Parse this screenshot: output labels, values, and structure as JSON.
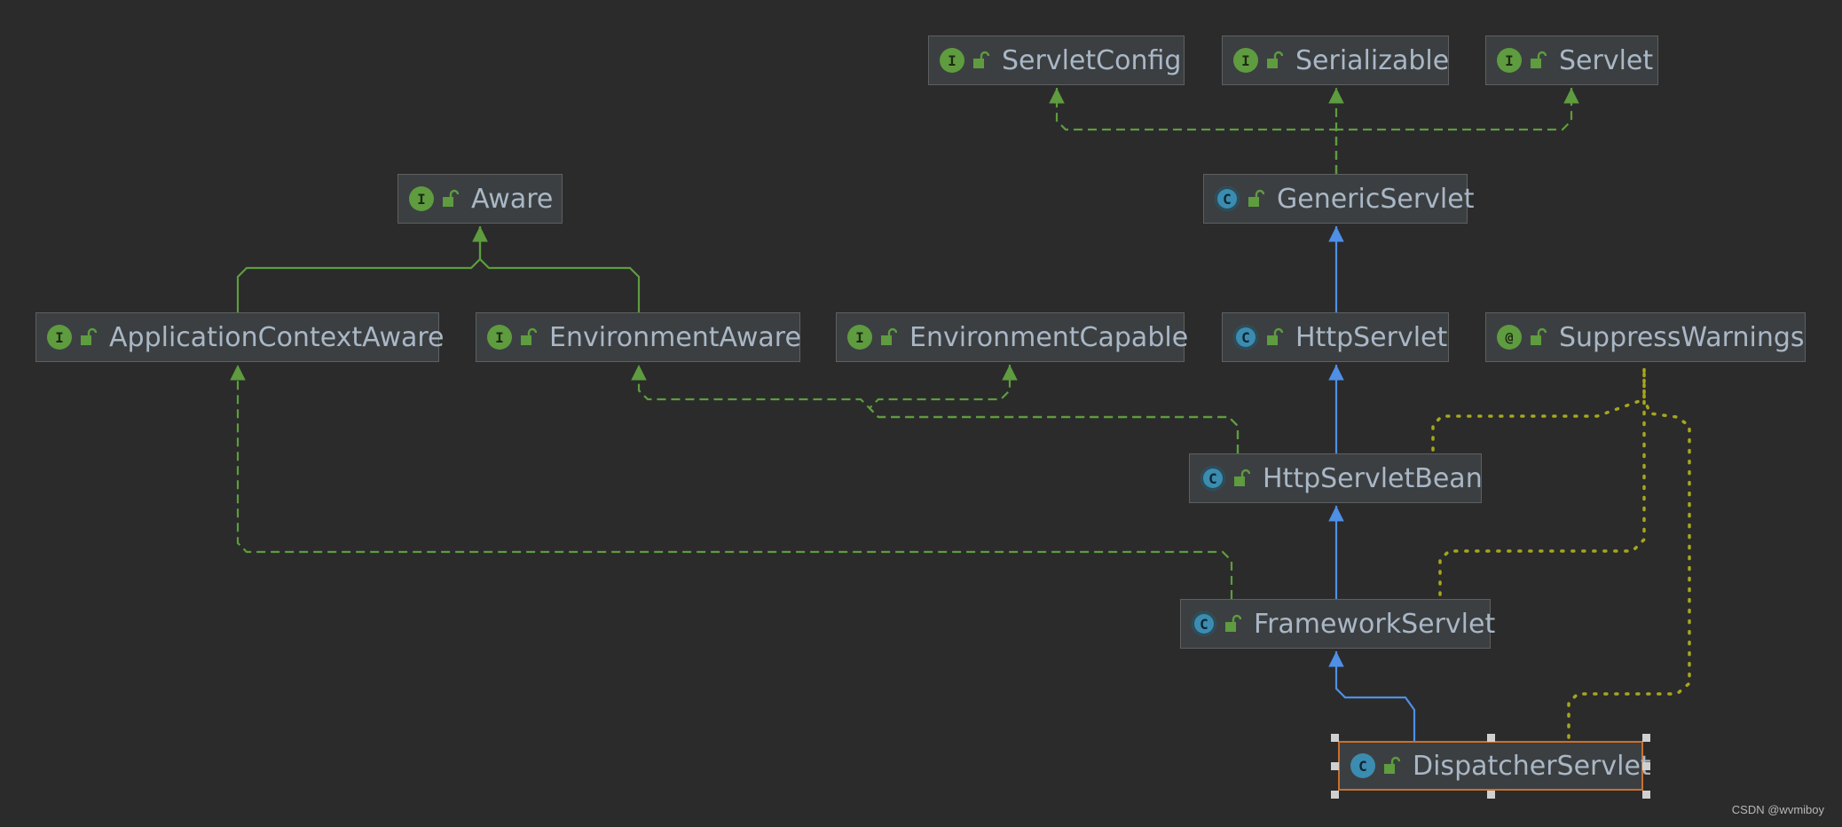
{
  "nodes": [
    {
      "id": "ServletConfig",
      "label": "ServletConfig",
      "kind": "interface"
    },
    {
      "id": "Serializable",
      "label": "Serializable",
      "kind": "interface"
    },
    {
      "id": "Servlet",
      "label": "Servlet",
      "kind": "interface"
    },
    {
      "id": "Aware",
      "label": "Aware",
      "kind": "interface"
    },
    {
      "id": "GenericServlet",
      "label": "GenericServlet",
      "kind": "abstract-class"
    },
    {
      "id": "ApplicationContextAware",
      "label": "ApplicationContextAware",
      "kind": "interface"
    },
    {
      "id": "EnvironmentAware",
      "label": "EnvironmentAware",
      "kind": "interface"
    },
    {
      "id": "EnvironmentCapable",
      "label": "EnvironmentCapable",
      "kind": "interface"
    },
    {
      "id": "HttpServlet",
      "label": "HttpServlet",
      "kind": "abstract-class"
    },
    {
      "id": "SuppressWarnings",
      "label": "SuppressWarnings",
      "kind": "annotation"
    },
    {
      "id": "HttpServletBean",
      "label": "HttpServletBean",
      "kind": "abstract-class"
    },
    {
      "id": "FrameworkServlet",
      "label": "FrameworkServlet",
      "kind": "abstract-class"
    },
    {
      "id": "DispatcherServlet",
      "label": "DispatcherServlet",
      "kind": "class",
      "selected": true
    }
  ],
  "edges": [
    {
      "from": "GenericServlet",
      "to": "ServletConfig",
      "type": "implements"
    },
    {
      "from": "GenericServlet",
      "to": "Serializable",
      "type": "implements"
    },
    {
      "from": "GenericServlet",
      "to": "Servlet",
      "type": "implements"
    },
    {
      "from": "ApplicationContextAware",
      "to": "Aware",
      "type": "extends-interface"
    },
    {
      "from": "EnvironmentAware",
      "to": "Aware",
      "type": "extends-interface"
    },
    {
      "from": "HttpServlet",
      "to": "GenericServlet",
      "type": "extends"
    },
    {
      "from": "HttpServletBean",
      "to": "HttpServlet",
      "type": "extends"
    },
    {
      "from": "HttpServletBean",
      "to": "EnvironmentAware",
      "type": "implements"
    },
    {
      "from": "HttpServletBean",
      "to": "EnvironmentCapable",
      "type": "implements"
    },
    {
      "from": "FrameworkServlet",
      "to": "HttpServletBean",
      "type": "extends"
    },
    {
      "from": "FrameworkServlet",
      "to": "ApplicationContextAware",
      "type": "implements"
    },
    {
      "from": "DispatcherServlet",
      "to": "FrameworkServlet",
      "type": "extends"
    },
    {
      "from": "HttpServletBean",
      "to": "SuppressWarnings",
      "type": "annotated"
    },
    {
      "from": "FrameworkServlet",
      "to": "SuppressWarnings",
      "type": "annotated"
    },
    {
      "from": "DispatcherServlet",
      "to": "SuppressWarnings",
      "type": "annotated"
    }
  ],
  "icons": {
    "interface": "I",
    "abstract-class": "C",
    "class": "C",
    "annotation": "@"
  },
  "colors": {
    "background": "#2b2b2b",
    "node_fill": "#3c3f41",
    "node_border": "#5e6060",
    "label": "#a9b7c6",
    "extends": "#4f8fe6",
    "implements": "#5e9c3f",
    "annotated": "#a6a61e",
    "selected_border": "#c8702e"
  },
  "watermark": "CSDN @wvmiboy"
}
